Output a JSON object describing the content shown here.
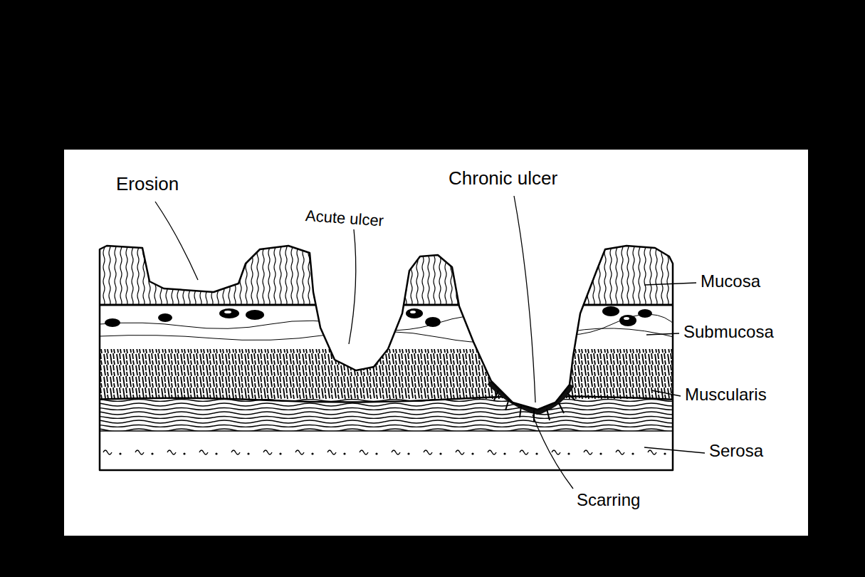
{
  "diagram": {
    "labels": [
      "Erosion",
      "Acute ulcer",
      "Chronic ulcer",
      "Mucosa",
      "Submucosa",
      "Muscularis",
      "Serosa",
      "Scarring"
    ]
  }
}
